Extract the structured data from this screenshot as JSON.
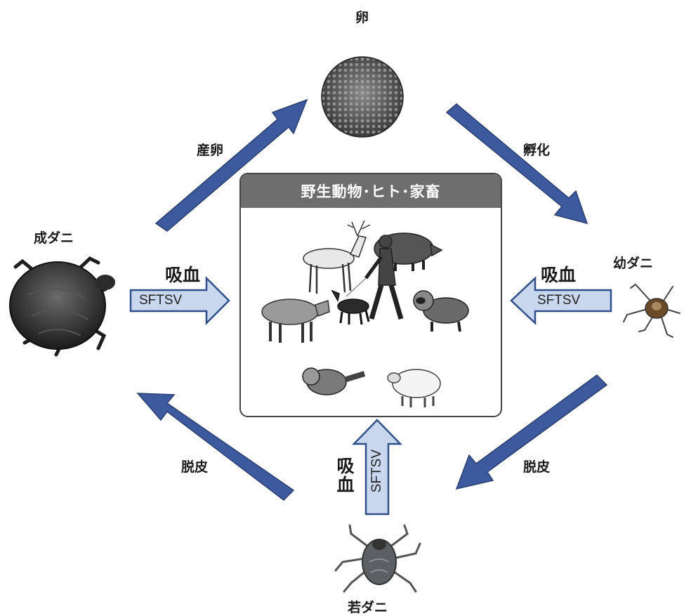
{
  "stages": {
    "egg": "卵",
    "larva": "幼ダニ",
    "nymph": "若ダニ",
    "adult": "成ダニ"
  },
  "transitions": {
    "oviposition": "産卵",
    "hatching": "孵化",
    "molt_right": "脱皮",
    "molt_left": "脱皮"
  },
  "feeding": {
    "left_label": "吸血",
    "right_label": "吸血",
    "bottom_label": "吸血",
    "virus": "SFTSV"
  },
  "center": {
    "title": "野生動物･ヒト･家畜"
  },
  "colors": {
    "cycle_arrow": "#3d5a9e",
    "feed_arrow_fill": "#c9d7ee",
    "feed_arrow_stroke": "#2f4f8a",
    "header_bg": "#6e6e6e"
  }
}
